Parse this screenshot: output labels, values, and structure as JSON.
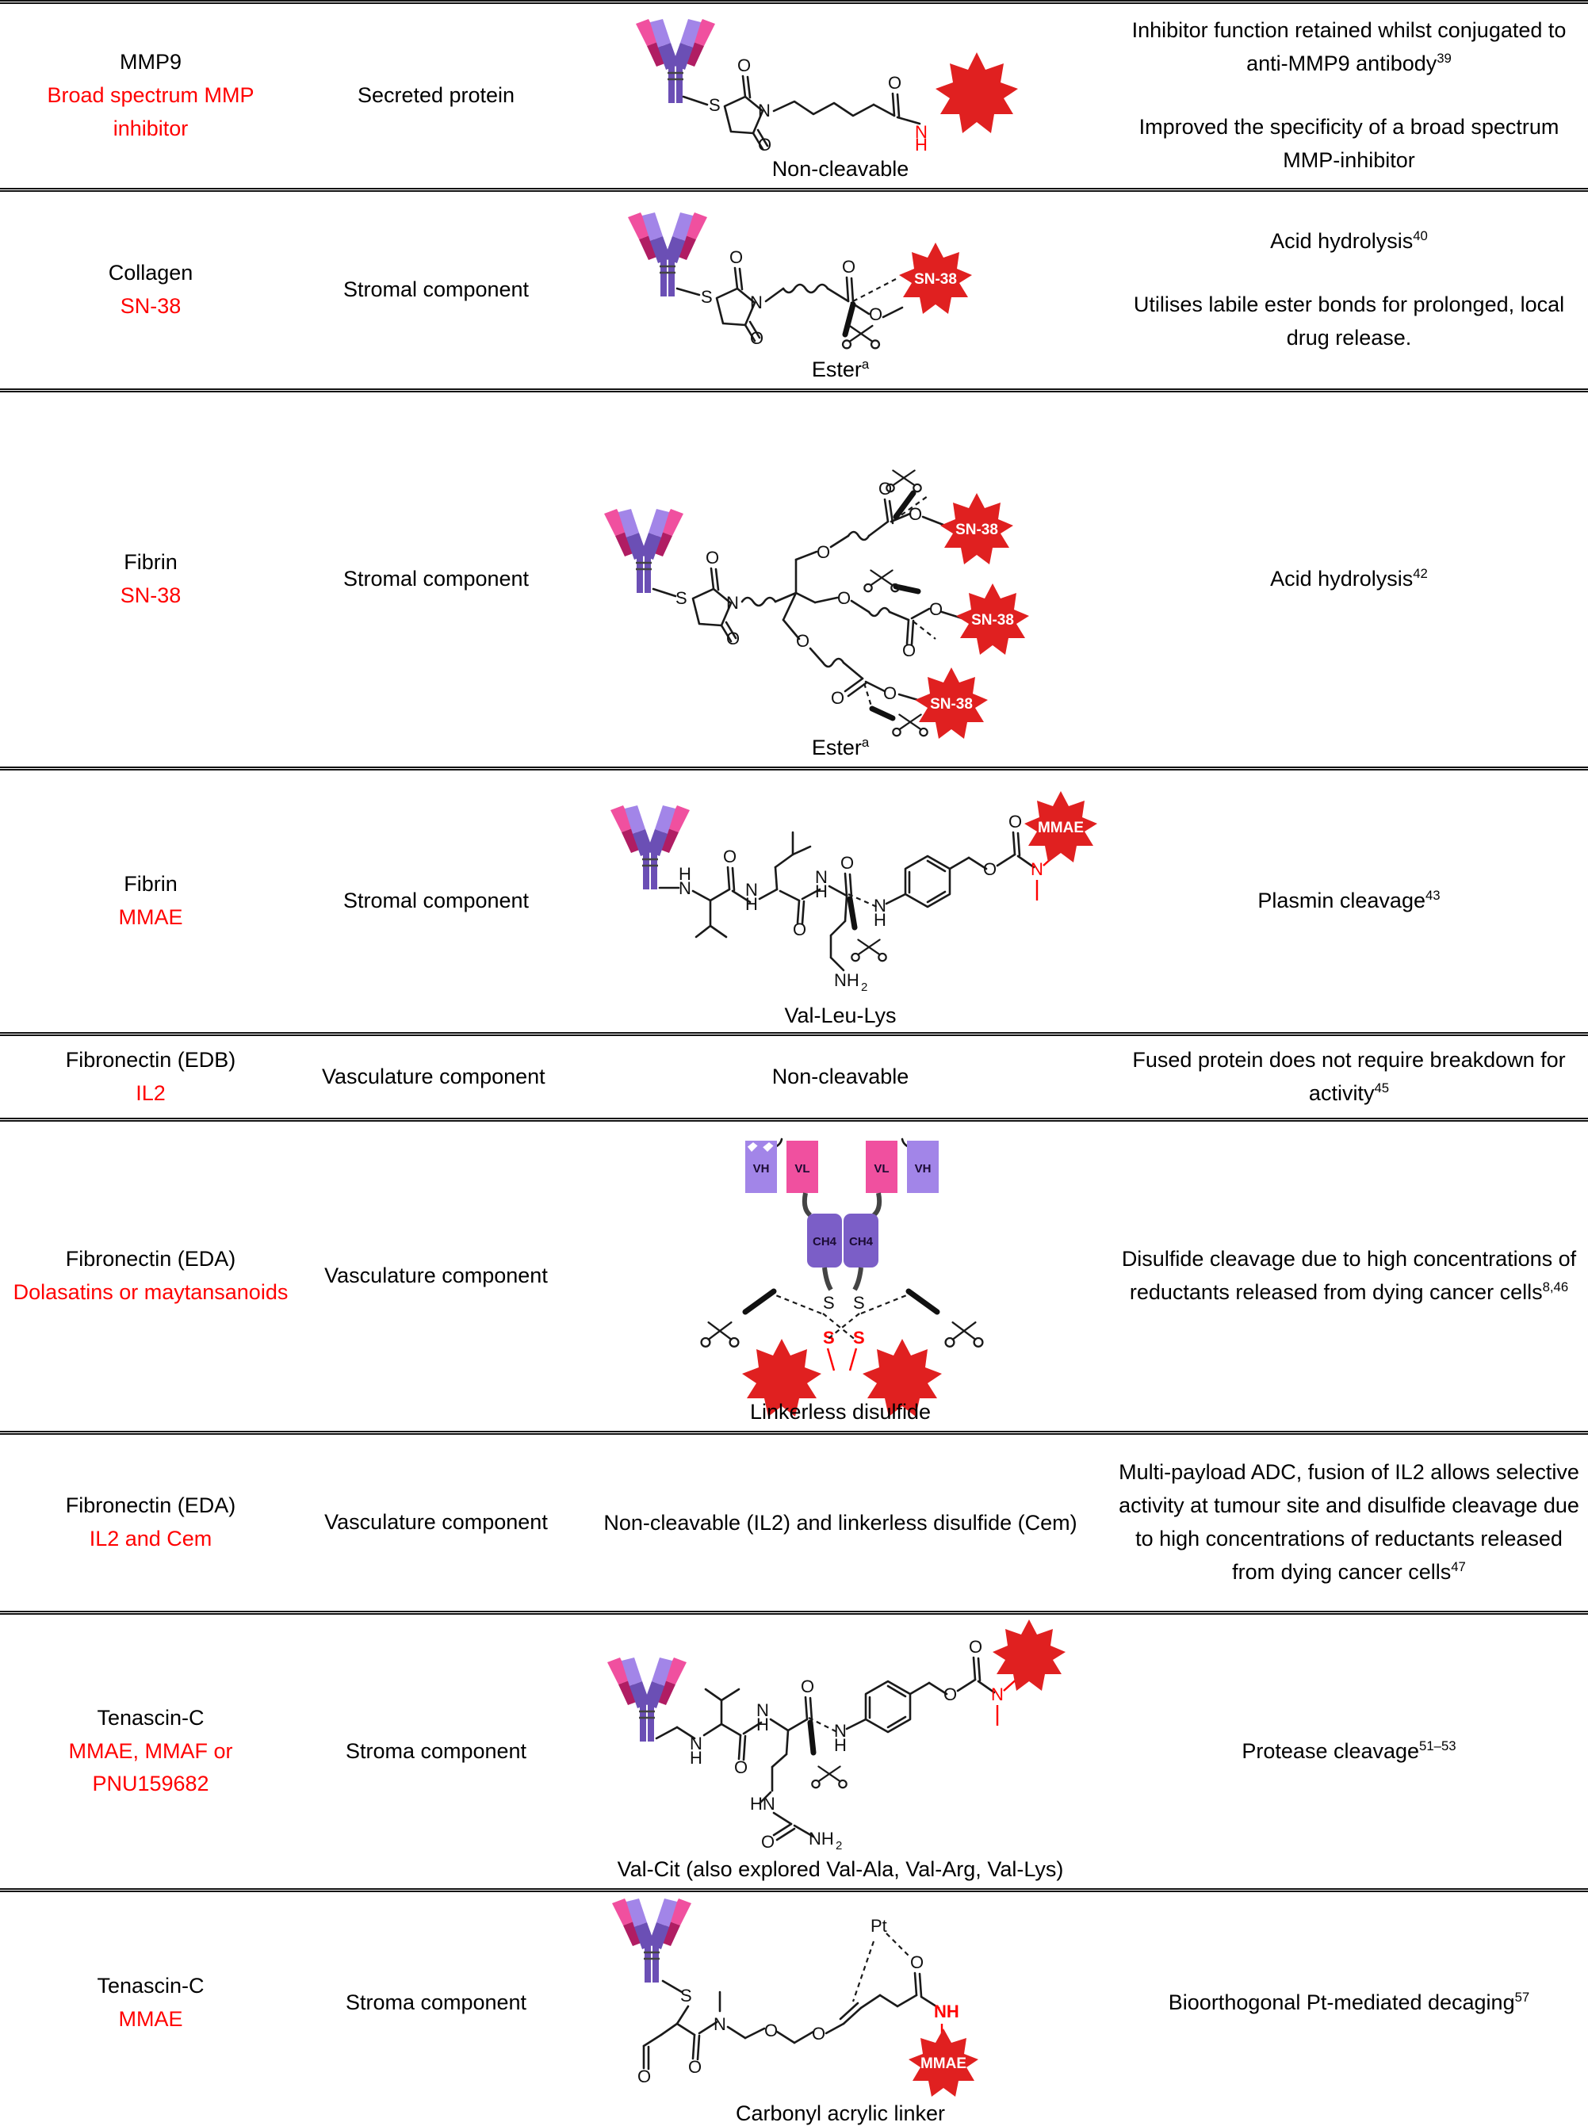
{
  "colors": {
    "payload_red": "#ff0000",
    "star_red": "#e02020",
    "antibody_purple": "#7b5ec7",
    "antibody_violet": "#a285e8",
    "antibody_pink": "#f0509f",
    "antibody_magenta": "#b01d63",
    "rule_black": "#111111"
  },
  "rows": [
    {
      "target": "MMP9",
      "payload": "Broad spectrum MMP inhibitor",
      "type": "Secreted protein",
      "linker_caption": "Non-cleavable",
      "linker_kind": "diagram-mmp9",
      "star_labels": [
        ""
      ],
      "mechanism": [
        {
          "text": "Inhibitor function retained whilst conjugated to anti-MMP9 antibody",
          "ref": "39"
        },
        {
          "text": "Improved the specificity of a broad spectrum MMP-inhibitor",
          "ref": ""
        }
      ]
    },
    {
      "target": "Collagen",
      "payload": "SN-38",
      "type": "Stromal component",
      "linker_caption": "Ester",
      "linker_caption_sup": "a",
      "linker_kind": "diagram-ester-mono",
      "star_labels": [
        "SN-38"
      ],
      "mechanism": [
        {
          "text": "Acid hydrolysis",
          "ref": "40"
        },
        {
          "text": "Utilises labile ester bonds for prolonged, local drug release.",
          "ref": ""
        }
      ]
    },
    {
      "target": "Fibrin",
      "payload": "SN-38",
      "type": "Stromal component",
      "linker_caption": "Ester",
      "linker_caption_sup": "a",
      "linker_kind": "diagram-ester-tri",
      "star_labels": [
        "SN-38",
        "SN-38",
        "SN-38"
      ],
      "mechanism": [
        {
          "text": "Acid hydrolysis",
          "ref": "42"
        }
      ]
    },
    {
      "target": "Fibrin",
      "payload": "MMAE",
      "type": "Stromal component",
      "linker_caption": "Val-Leu-Lys",
      "linker_kind": "diagram-vallculys",
      "star_labels": [
        "MMAE"
      ],
      "mechanism": [
        {
          "text": "Plasmin cleavage",
          "ref": "43"
        }
      ]
    },
    {
      "target": "Fibronectin (EDB)",
      "payload": "IL2",
      "type": "Vasculature component",
      "linker_caption": "Non-cleavable",
      "linker_kind": "text-only",
      "star_labels": [],
      "mechanism": [
        {
          "text": "Fused protein does not require breakdown for activity",
          "ref": "45"
        }
      ]
    },
    {
      "target": "Fibronectin (EDA)",
      "payload": "Dolasatins or maytansanoids",
      "type": "Vasculature component",
      "linker_caption": "Linkerless disulfide",
      "linker_kind": "diagram-diabody-disulfide",
      "domain_labels": [
        "VH",
        "VL",
        "VL",
        "VH",
        "CH4",
        "CH4"
      ],
      "star_labels": [
        "",
        ""
      ],
      "mechanism": [
        {
          "text": "Disulfide cleavage due to high concentrations of reductants released from dying cancer cells",
          "ref": "8,46"
        }
      ]
    },
    {
      "target": "Fibronectin (EDA)",
      "payload": "IL2 and Cem",
      "type": "Vasculature component",
      "linker_caption": "Non-cleavable (IL2) and linkerless disulfide (Cem)",
      "linker_kind": "text-only",
      "star_labels": [],
      "mechanism": [
        {
          "text": "Multi-payload ADC, fusion of IL2 allows selective activity at tumour site and disulfide cleavage due to high concentrations of reductants released from dying cancer cells",
          "ref": "47"
        }
      ]
    },
    {
      "target": "Tenascin-C",
      "payload": "MMAE, MMAF or PNU159682",
      "type": "Stroma component",
      "linker_caption": "Val-Cit (also explored Val-Ala, Val-Arg, Val-Lys)",
      "linker_kind": "diagram-valcit",
      "star_labels": [
        ""
      ],
      "mechanism": [
        {
          "text": "Protease cleavage",
          "ref": "51–53"
        }
      ]
    },
    {
      "target": "Tenascin-C",
      "payload": "MMAE",
      "type": "Stroma component",
      "linker_caption": "Carbonyl acrylic linker",
      "linker_kind": "diagram-carbonyl-acrylic",
      "star_labels": [
        "MMAE"
      ],
      "mechanism": [
        {
          "text": "Bioorthogonal Pt-mediated decaging",
          "ref": "57"
        }
      ]
    }
  ]
}
